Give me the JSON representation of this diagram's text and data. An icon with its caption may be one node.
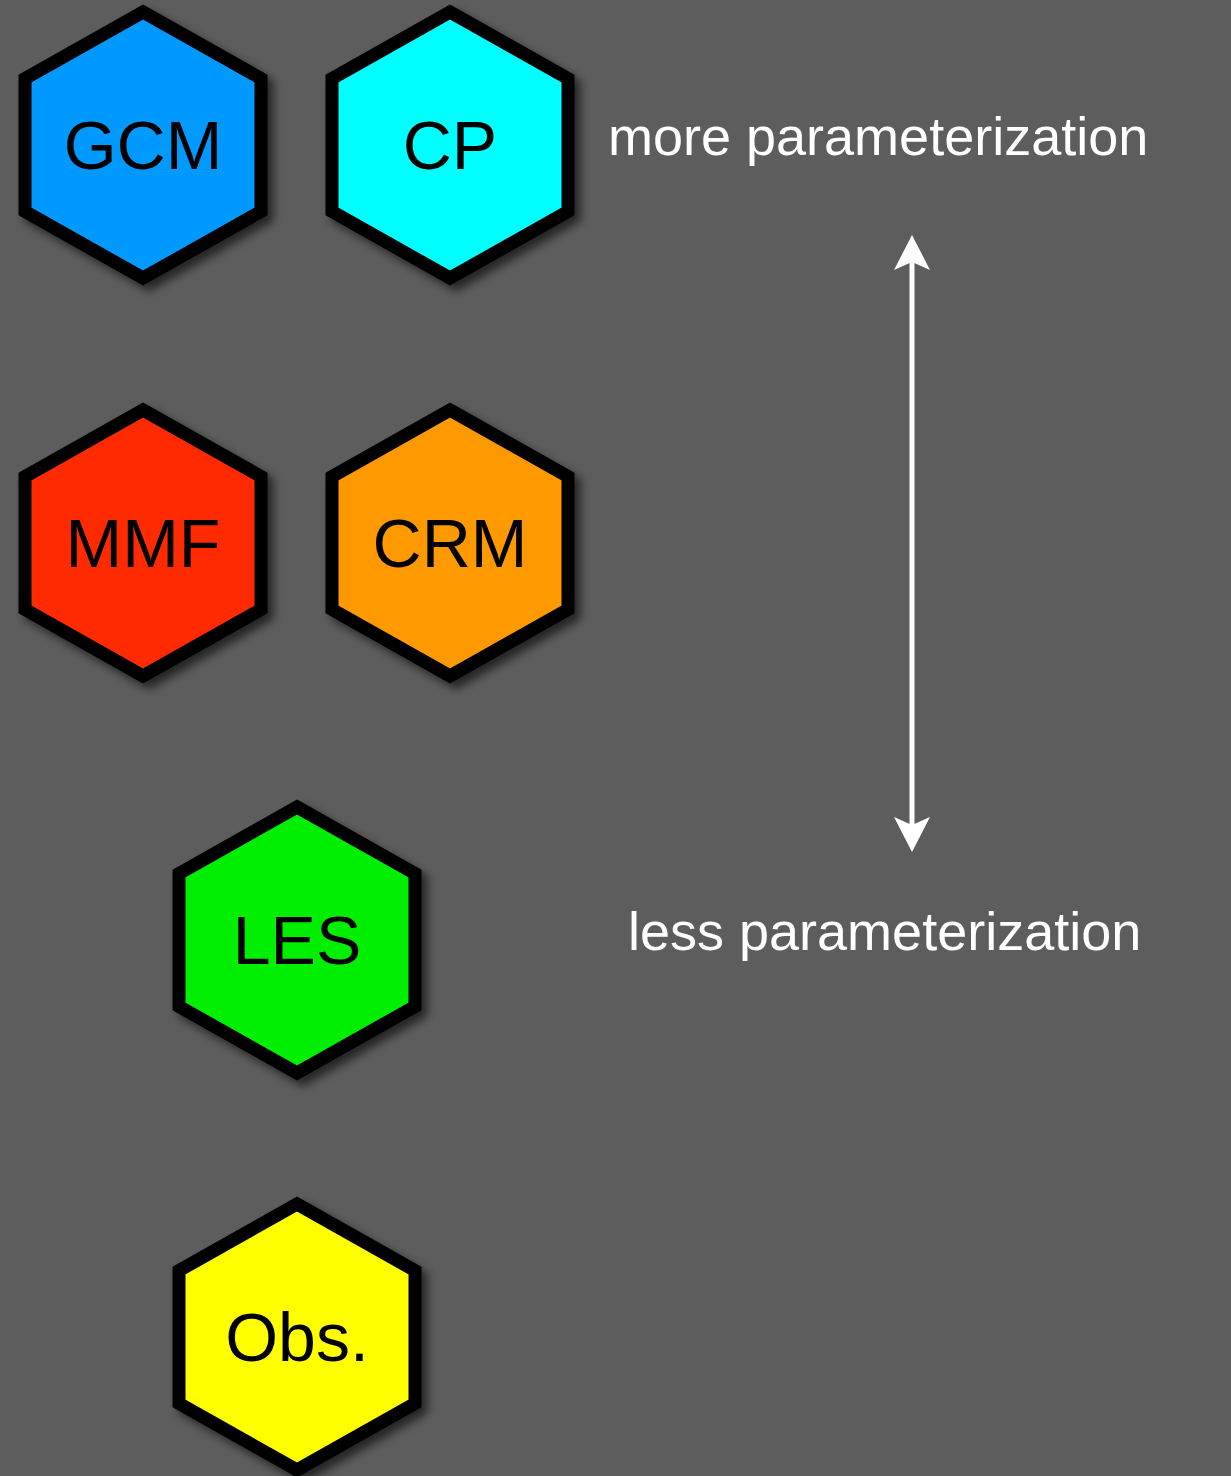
{
  "diagram": {
    "nodes": [
      {
        "text": [
          "GCM"
        ]
      },
      {
        "text": [
          "CP"
        ]
      },
      {
        "text": [
          "MMF"
        ]
      },
      {
        "text": [
          "CRM"
        ]
      },
      {
        "text": [
          "LES"
        ]
      },
      {
        "text": [
          "Obs."
        ]
      }
    ],
    "labels": [
      "more parameterization",
      "less parameterization"
    ]
  }
}
